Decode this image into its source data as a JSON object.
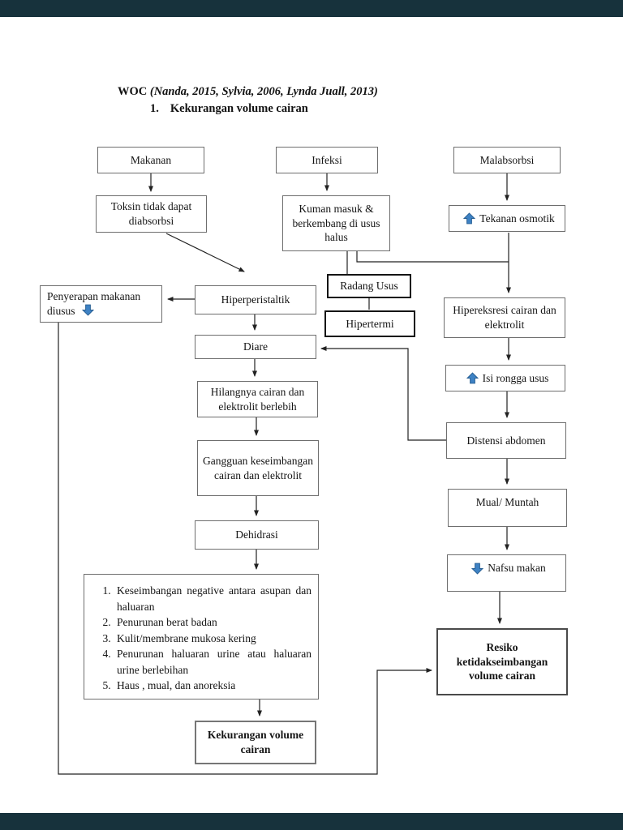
{
  "header": {
    "title_woc": "WOC ",
    "title_citation": "(Nanda, 2015, Sylvia, 2006, Lynda Juall, 2013)",
    "subtitle_number": "1.",
    "subtitle_text": "Kekurangan volume cairan"
  },
  "colors": {
    "page_bars": "#17323c",
    "blue_arrow_fill": "#3e82c4",
    "blue_arrow_stroke": "#265e93",
    "box_border": "#6e6e6e",
    "line_color": "#222222"
  },
  "nodes": {
    "makanan": {
      "label": "Makanan"
    },
    "infeksi": {
      "label": "Infeksi"
    },
    "malabsorbsi": {
      "label": "Malabsorbsi"
    },
    "toksin": {
      "label": "Toksin tidak dapat diabsorbsi"
    },
    "kuman": {
      "label": "Kuman masuk & berkembang di usus halus"
    },
    "tekanan_osmotik": {
      "label": "Tekanan osmotik",
      "icon": "up-arrow"
    },
    "penyerapan": {
      "label": "Penyerapan makanan diusus",
      "icon": "down-arrow"
    },
    "hiperperistaltik": {
      "label": "Hiperperistaltik"
    },
    "radang_usus": {
      "label": "Radang Usus"
    },
    "hipertermi": {
      "label": "Hipertermi"
    },
    "hipereksresi": {
      "label": "Hipereksresi cairan dan elektrolit"
    },
    "diare": {
      "label": "Diare"
    },
    "isi_rongga": {
      "label": "Isi rongga usus",
      "icon": "up-arrow"
    },
    "hilangnya": {
      "label": "Hilangnya cairan dan elektrolit berlebih"
    },
    "distensi": {
      "label": "Distensi abdomen"
    },
    "gangguan": {
      "label": "Gangguan keseimbangan cairan dan  elektrolit"
    },
    "mual_muntah": {
      "label": "Mual/ Muntah"
    },
    "dehidrasi": {
      "label": "Dehidrasi"
    },
    "nafsu_makan": {
      "label": "Nafsu makan",
      "icon": "down-arrow"
    },
    "resiko": {
      "label": "Resiko ketidakseimbangan volume cairan"
    },
    "kekurangan": {
      "label": "Kekurangan volume cairan"
    }
  },
  "symptoms_list": {
    "items": [
      "Keseimbangan negative antara asupan dan haluaran",
      "Penurunan berat badan",
      "Kulit/membrane mukosa kering",
      "Penurunan haluaran urine atau haluaran urine berlebihan",
      "Haus , mual, dan anoreksia"
    ]
  }
}
